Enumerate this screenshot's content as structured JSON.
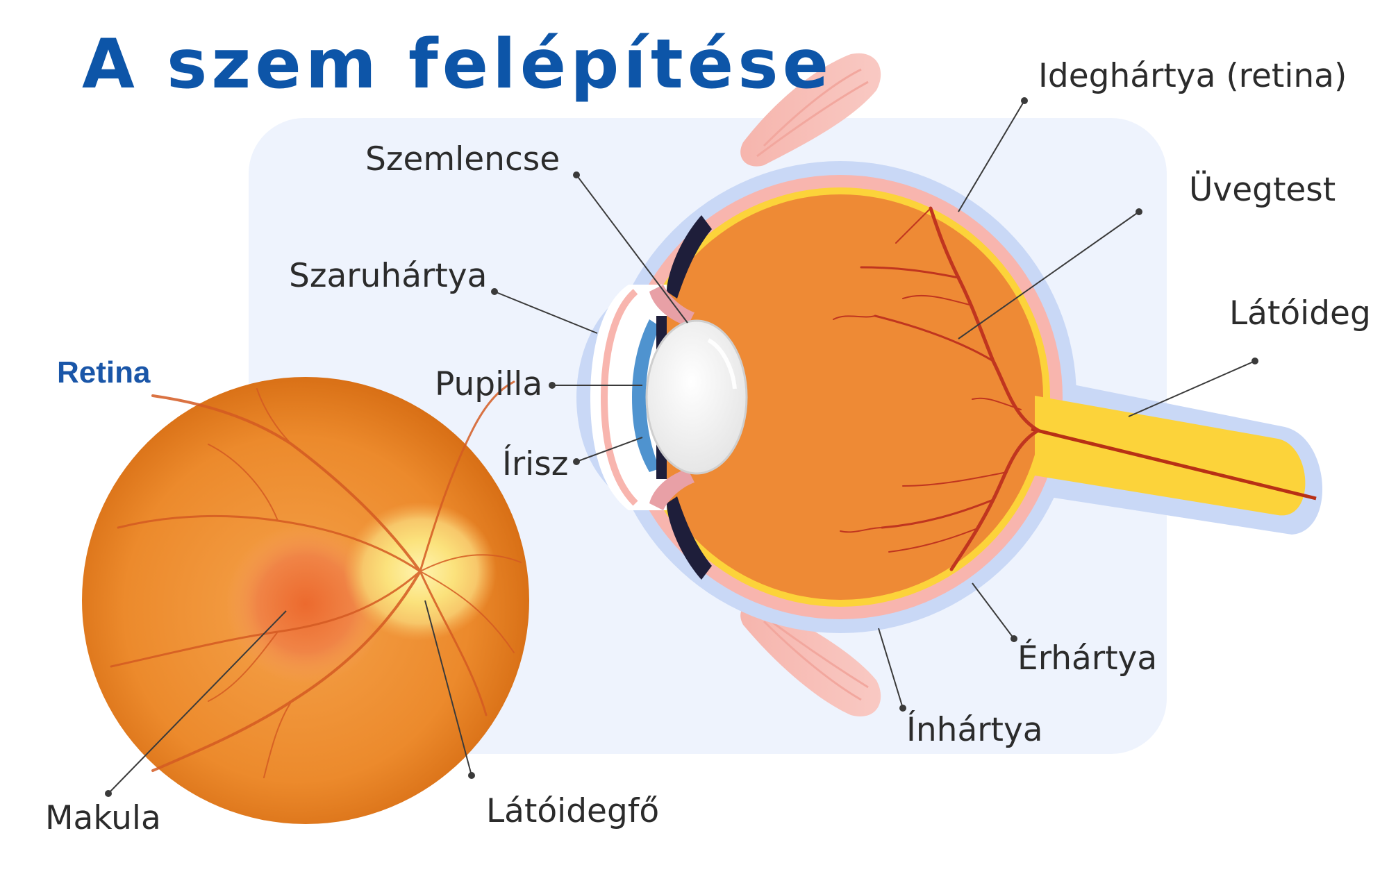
{
  "title": "A szem felépítése",
  "subtitle": "Retina",
  "labels": {
    "szemlencse": "Szemlencse",
    "szaruhartya": "Szaruhártya",
    "pupilla": "Pupilla",
    "irisz": "Írisz",
    "ideghartya": "Ideghártya (retina)",
    "uvegtest": "Üvegtest",
    "latoideg": "Látóideg",
    "erhartya": "Érhártya",
    "inhartya": "Ínhártya",
    "makula": "Makula",
    "latoidegfo": "Látóidegfő"
  },
  "colors": {
    "title": "#0d55a8",
    "eyeball": "#ee8a35",
    "retina_layer": "#fcd33a",
    "choroid_layer": "#f8b5ae",
    "sclera_layer": "#c9d8f6",
    "panel": "#eef3fd",
    "vessel": "#c0351f",
    "iris": "#4f93cf"
  }
}
